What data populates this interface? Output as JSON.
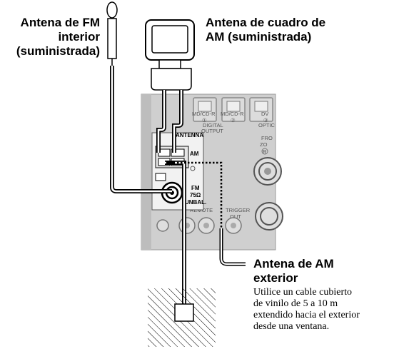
{
  "labels": {
    "fm_indoor": [
      "Antena de FM",
      "interior",
      "(suministrada)"
    ],
    "am_loop": [
      "Antena de cuadro de",
      "AM (suministrada)"
    ],
    "am_outdoor": [
      "Antena de AM",
      "exterior"
    ],
    "am_outdoor_note": [
      "Utilice un cable cubierto",
      "de vinilo de 5 a 10 m",
      "extendido hacia el exterior",
      "desde una ventana."
    ]
  },
  "panel": {
    "port_md_cd_r_1": "MD/CD-R",
    "port_md_cd_r_1_num": "①",
    "port_md_cd_r_2": "MD/CD-R",
    "port_md_cd_r_2_num": "②",
    "port_dv": "DV",
    "port_dv_num": "③",
    "port_dv_sub": "OPTIC",
    "digital": "DIGITAL",
    "output": "OUTPUT",
    "antenna": "ANTENNA",
    "am": "AM",
    "fm": "FM",
    "fm_ohm": "75Ω",
    "fm_unbal": "UNBAL.",
    "remote": "REMOTE",
    "trigger": "TRIGGER",
    "out": "OUT",
    "zone": "ZO",
    "fro": "FRO",
    "zone_r": "R"
  }
}
